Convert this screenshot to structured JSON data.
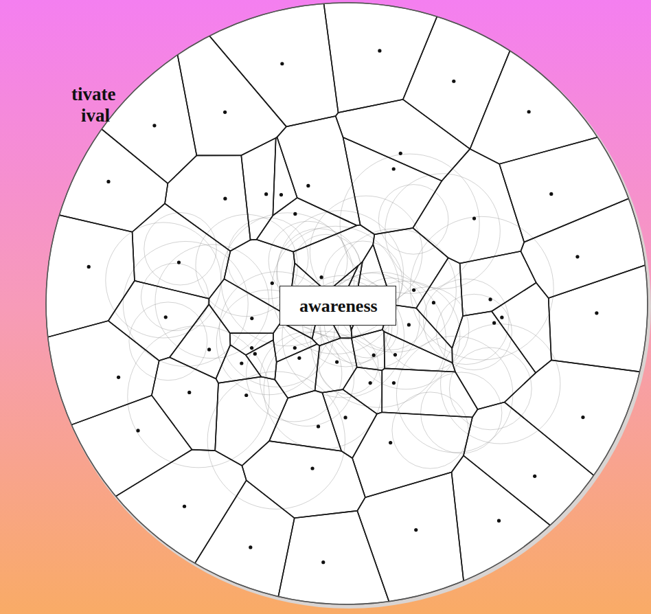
{
  "diagram": {
    "nodes": [
      {
        "text": [
          "awareness"
        ]
      }
    ],
    "labels": [
      "tivate",
      "ival"
    ]
  }
}
